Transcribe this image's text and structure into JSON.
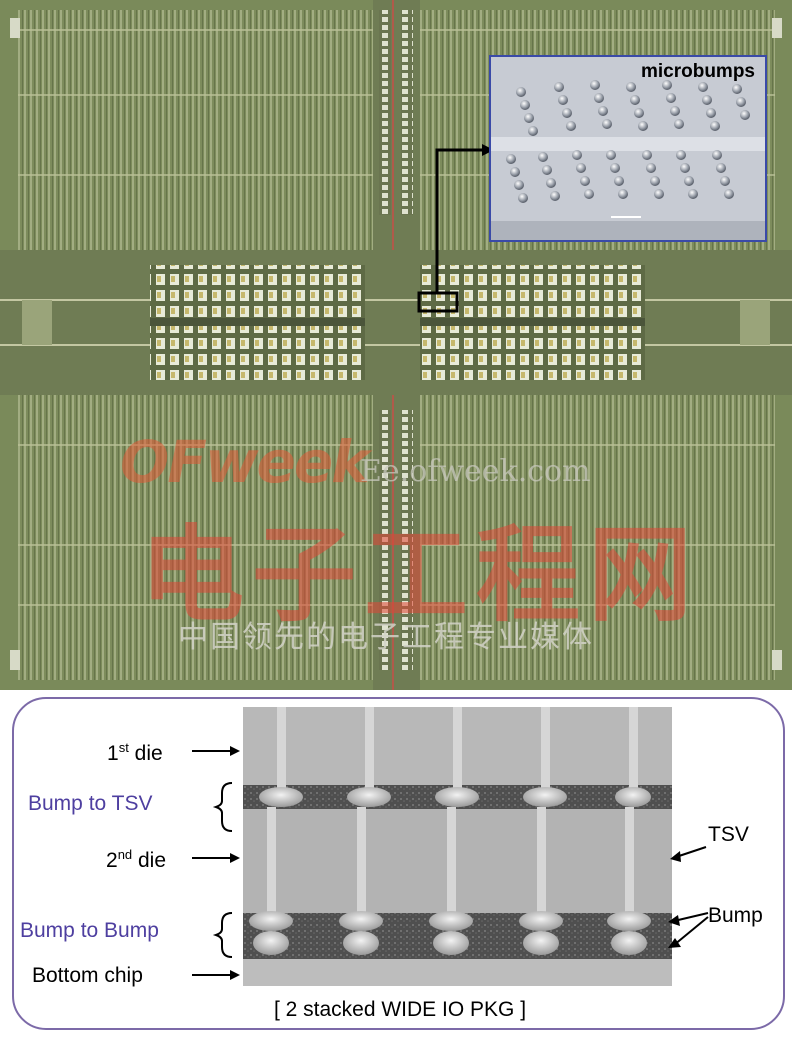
{
  "inset": {
    "title": "microbumps"
  },
  "watermark": {
    "logo": "OFweek",
    "site": "Ee.ofweek.com",
    "cn_title": "电子工程网",
    "cn_subtitle": "中国领先的电子工程专业媒体"
  },
  "diagram": {
    "labels": {
      "die1": "1",
      "die1_sup": "st",
      "die1_suffix": " die",
      "bump_tsv": "Bump to TSV",
      "die2": "2",
      "die2_sup": "nd",
      "die2_suffix": " die",
      "bump_bump": "Bump to Bump",
      "bottom_chip": "Bottom chip",
      "tsv": "TSV",
      "bump": "Bump"
    },
    "caption": "[ 2 stacked WIDE IO PKG ]"
  },
  "colors": {
    "die_green": "#7a8a5a",
    "accent_purple": "#4e3fa0",
    "watermark_red": "#e2463a"
  }
}
